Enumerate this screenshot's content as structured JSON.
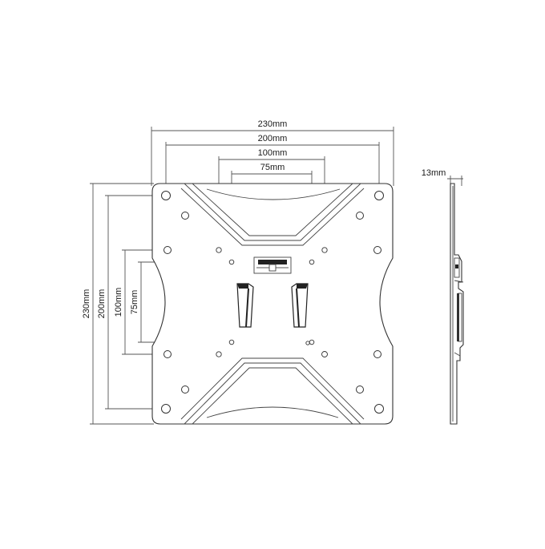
{
  "dimensions": {
    "width_230": "230mm",
    "width_200": "200mm",
    "width_100": "100mm",
    "width_75": "75mm",
    "height_230": "230mm",
    "height_200": "200mm",
    "height_100": "100mm",
    "height_75": "75mm",
    "depth_13": "13mm"
  },
  "colors": {
    "line": "#333333",
    "background": "#ffffff"
  }
}
